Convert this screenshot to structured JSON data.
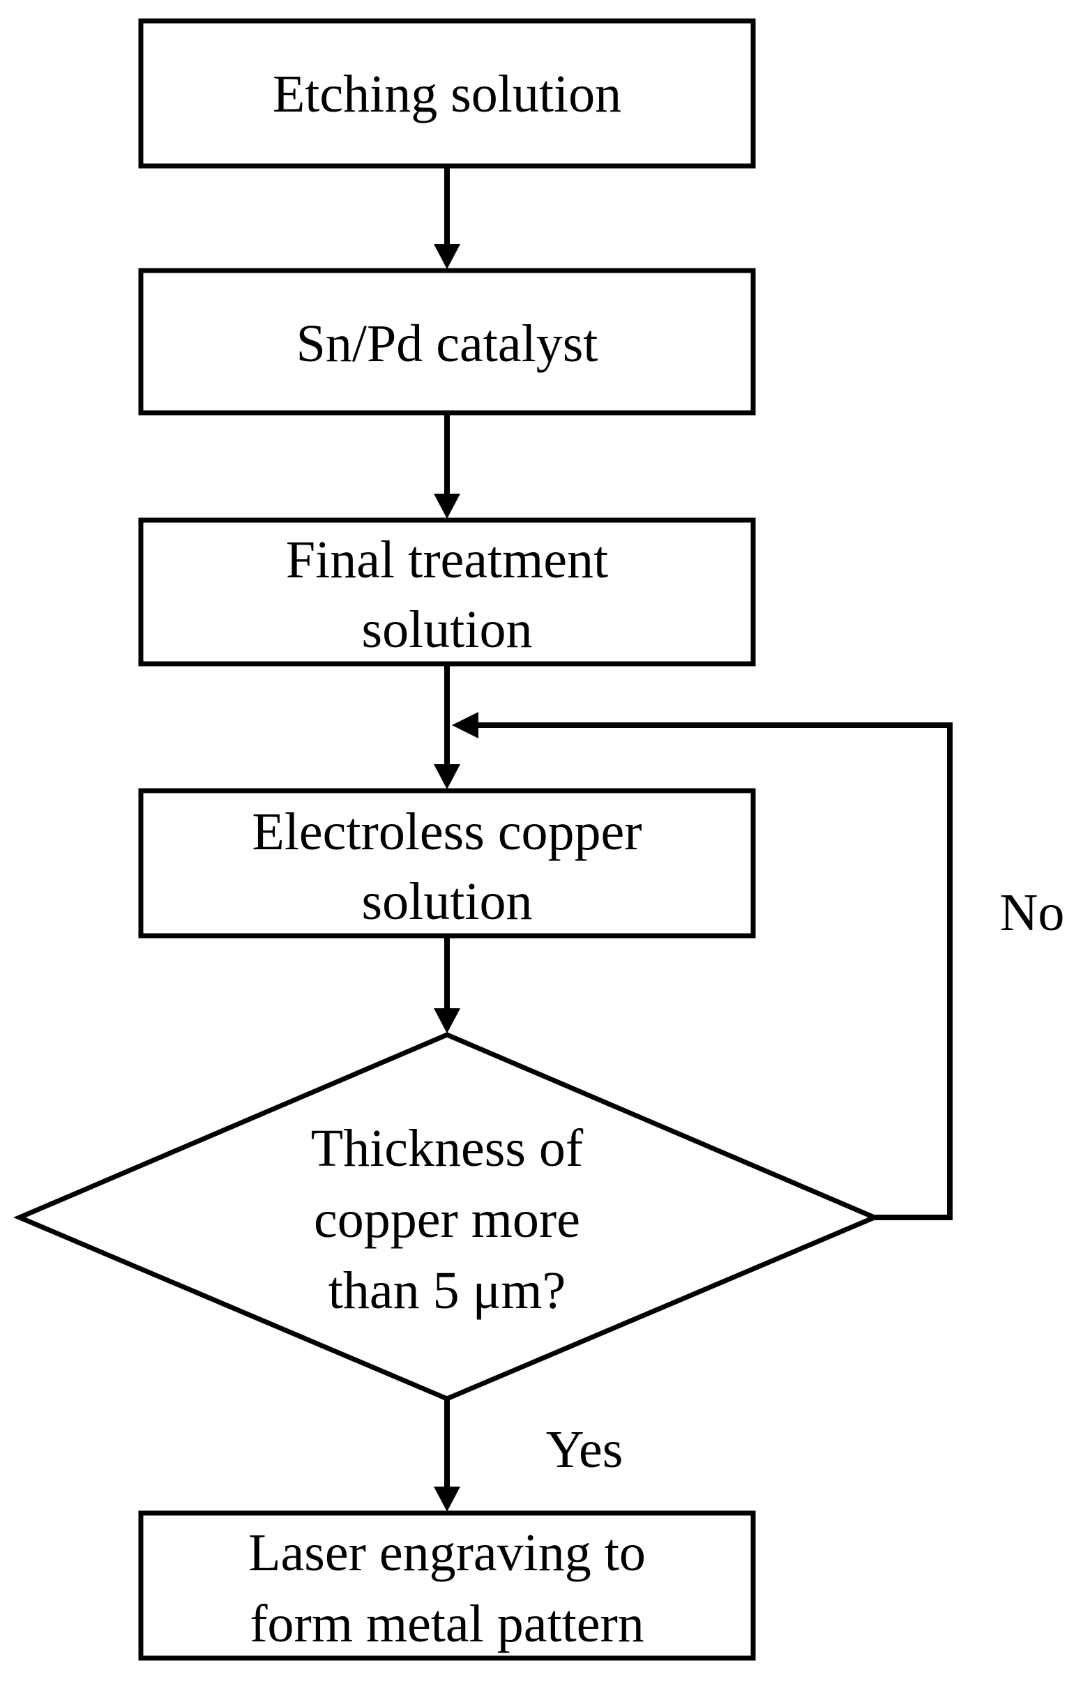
{
  "diagram": {
    "type": "flowchart",
    "nodes": [
      {
        "id": "etching",
        "shape": "rectangle",
        "lines": [
          "Etching solution"
        ]
      },
      {
        "id": "catalyst",
        "shape": "rectangle",
        "lines": [
          "Sn/Pd catalyst"
        ]
      },
      {
        "id": "final",
        "shape": "rectangle",
        "lines": [
          "Final treatment",
          "solution"
        ]
      },
      {
        "id": "electroless",
        "shape": "rectangle",
        "lines": [
          "Electroless copper",
          "solution"
        ]
      },
      {
        "id": "decision",
        "shape": "diamond",
        "lines": [
          "Thickness of",
          "copper more",
          "than 5 μm?"
        ]
      },
      {
        "id": "laser",
        "shape": "rectangle",
        "lines": [
          "Laser engraving to",
          "form metal pattern"
        ]
      }
    ],
    "edges": [
      {
        "from": "etching",
        "to": "catalyst",
        "label": ""
      },
      {
        "from": "catalyst",
        "to": "final",
        "label": ""
      },
      {
        "from": "final",
        "to": "electroless",
        "label": ""
      },
      {
        "from": "electroless",
        "to": "decision",
        "label": ""
      },
      {
        "from": "decision",
        "to": "laser",
        "label": "Yes"
      },
      {
        "from": "decision",
        "to": "electroless",
        "label": "No"
      }
    ],
    "colors": {
      "stroke": "#000000",
      "fill": "#ffffff",
      "text": "#000000"
    }
  }
}
